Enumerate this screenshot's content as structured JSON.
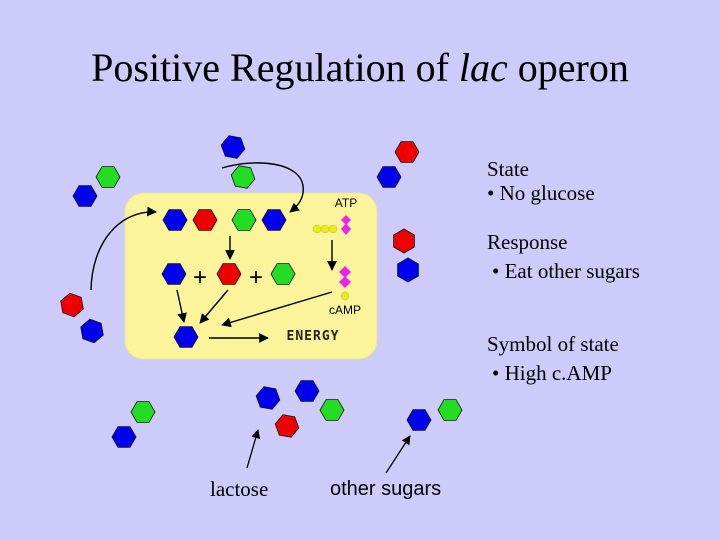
{
  "title": {
    "main": "Positive Regulation of ",
    "italic": "lac",
    "tail": " operon"
  },
  "cell": {
    "atp_label": "ATP",
    "camp_label": "cAMP",
    "energy_label": "ENERGY",
    "plus": "+"
  },
  "sections": [
    {
      "heading": "State",
      "bullet": "No glucose"
    },
    {
      "heading": "Response",
      "bullet": "Eat other sugars"
    },
    {
      "heading": "Symbol of state",
      "bullet": "High c.AMP"
    }
  ],
  "bullet_char": "•",
  "labels": {
    "lactose": "lactose",
    "other_sugars": "other sugars"
  },
  "colors": {
    "background": "#cccbf9",
    "cell": "#fbf49a",
    "blue": "#0000ee",
    "red": "#ee0000",
    "green": "#22dd22",
    "atp": "#ee22ee",
    "adenine": "#eeee00"
  }
}
